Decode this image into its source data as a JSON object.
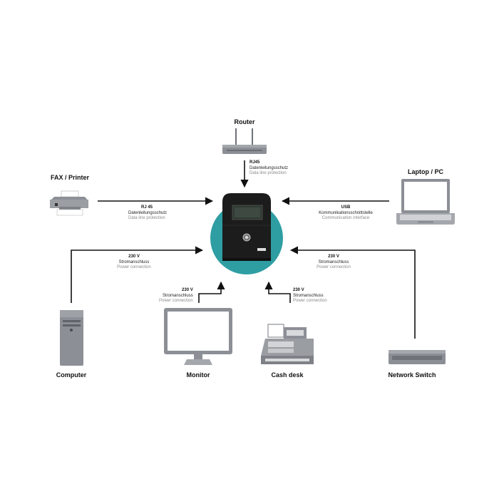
{
  "colors": {
    "teal": "#2e9ea3",
    "dark": "#1a1a1a",
    "device_gray": "#8c8f95",
    "line": "#111111"
  },
  "devices": {
    "router": "Router",
    "fax": "FAX / Printer",
    "laptop": "Laptop / PC",
    "computer": "Computer",
    "monitor": "Monitor",
    "cashdesk": "Cash desk",
    "switch": "Network Switch"
  },
  "connections": {
    "router": {
      "type": "RJ45",
      "de": "Datenleitungsschutz",
      "en": "Data line protection"
    },
    "fax": {
      "type": "RJ 45",
      "de": "Datenleitungsschutz",
      "en": "Data line protection"
    },
    "laptop": {
      "type": "USB",
      "de": "Kommunikationsschnittstelle",
      "en": "Communication interface"
    },
    "computer": {
      "type": "230 V",
      "de": "Stromanschluss",
      "en": "Power connection"
    },
    "monitor": {
      "type": "230 V",
      "de": "Stromanschluss",
      "en": "Power connection"
    },
    "cashdesk": {
      "type": "230 V",
      "de": "Stromanschluss",
      "en": "Power connection"
    },
    "switch": {
      "type": "230 V",
      "de": "Stromanschluss",
      "en": "Power connection"
    }
  },
  "icons": [
    "ups-icon",
    "router-icon",
    "printer-icon",
    "laptop-icon",
    "computer-tower-icon",
    "monitor-icon",
    "cash-register-icon",
    "network-switch-icon"
  ]
}
